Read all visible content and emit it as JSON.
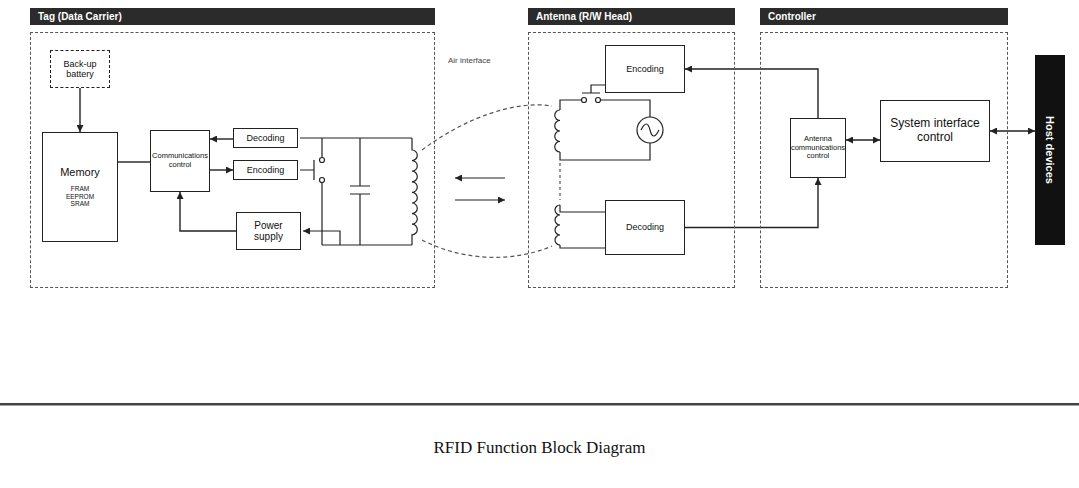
{
  "diagram": {
    "caption": "RFID Function Block Diagram",
    "nodes": [
      {
        "text": [
          "Tag (Data Carrier)"
        ]
      },
      {
        "text": [
          "Back-up battery"
        ],
        "in": 0
      },
      {
        "text": [
          "Memory",
          "FRAM EEPROM SRAM"
        ],
        "in": 0
      },
      {
        "text": [
          "Communications control"
        ],
        "in": 0
      },
      {
        "text": [
          "Decoding"
        ],
        "in": 0
      },
      {
        "text": [
          "Encoding"
        ],
        "in": 0
      },
      {
        "text": [
          "Power supply"
        ],
        "in": 0
      },
      {
        "text": [
          "Antenna (R/W Head)"
        ]
      },
      {
        "text": [
          "Encoding"
        ],
        "in": 7
      },
      {
        "text": [
          "Decoding"
        ],
        "in": 7
      },
      {
        "text": [
          "Controller"
        ]
      },
      {
        "text": [
          "Antenna communications control"
        ],
        "in": 10
      },
      {
        "text": [
          "System interface control"
        ],
        "in": 10
      },
      {
        "text": [
          "Host devices"
        ]
      }
    ],
    "edges": [
      {
        "from": 1,
        "to": 2,
        "arrow": "to"
      },
      {
        "from": 3,
        "to": 2,
        "arrow": "none"
      },
      {
        "from": 4,
        "to": 3,
        "arrow": "to"
      },
      {
        "from": 3,
        "to": 5,
        "arrow": "to"
      },
      {
        "from": 6,
        "to": 3,
        "arrow": "to"
      },
      {
        "from": 11,
        "to": 8,
        "arrow": "to"
      },
      {
        "from": 9,
        "to": 11,
        "arrow": "to"
      },
      {
        "from": 11,
        "to": 12,
        "arrow": "both"
      },
      {
        "from": 12,
        "to": 13,
        "arrow": "both"
      }
    ],
    "labels": [
      "Air interface"
    ]
  }
}
